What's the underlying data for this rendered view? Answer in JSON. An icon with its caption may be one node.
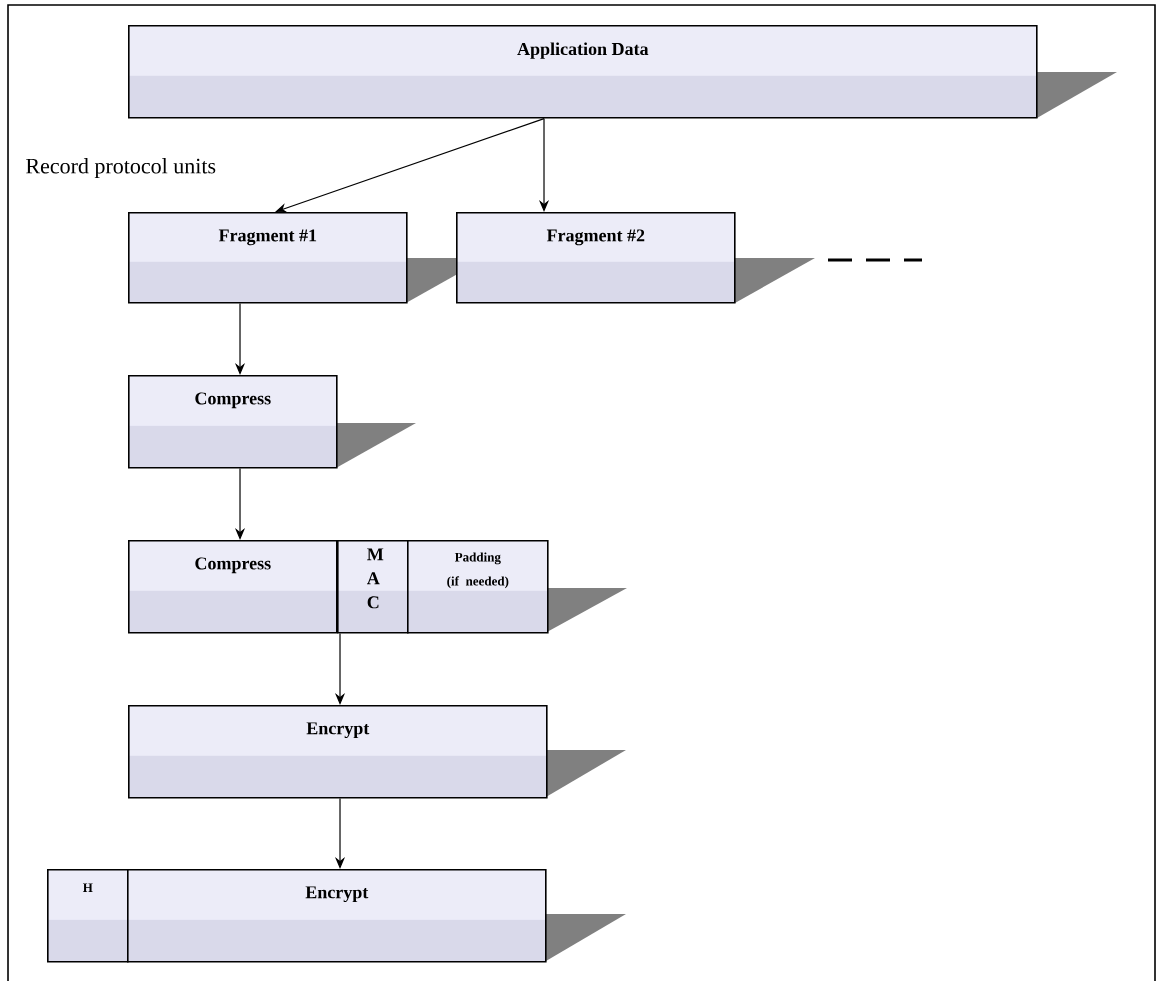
{
  "diagram": {
    "nodes": [
      {
        "text": [
          "Application Data"
        ]
      },
      {
        "text": [
          "Fragment #1"
        ]
      },
      {
        "text": [
          "Fragment #2"
        ]
      },
      {
        "text": [
          "Compress"
        ]
      },
      {
        "text": [
          "Compress"
        ]
      },
      {
        "text": [
          "M A C"
        ]
      },
      {
        "text": [
          "Padding (if needed)"
        ]
      },
      {
        "text": [
          "Encrypt"
        ]
      },
      {
        "text": [
          "H"
        ]
      },
      {
        "text": [
          "Encrypt"
        ]
      }
    ],
    "edges": [
      {
        "from": 0,
        "to": 1,
        "arrow": "to"
      },
      {
        "from": 0,
        "to": 2,
        "arrow": "to"
      },
      {
        "from": 1,
        "to": 3,
        "arrow": "to"
      },
      {
        "from": 3,
        "to": 4,
        "arrow": "to"
      },
      {
        "from": 5,
        "to": 7,
        "arrow": "to"
      },
      {
        "from": 7,
        "to": 9,
        "arrow": "to"
      }
    ],
    "labels": [
      "Record protocol units"
    ]
  }
}
